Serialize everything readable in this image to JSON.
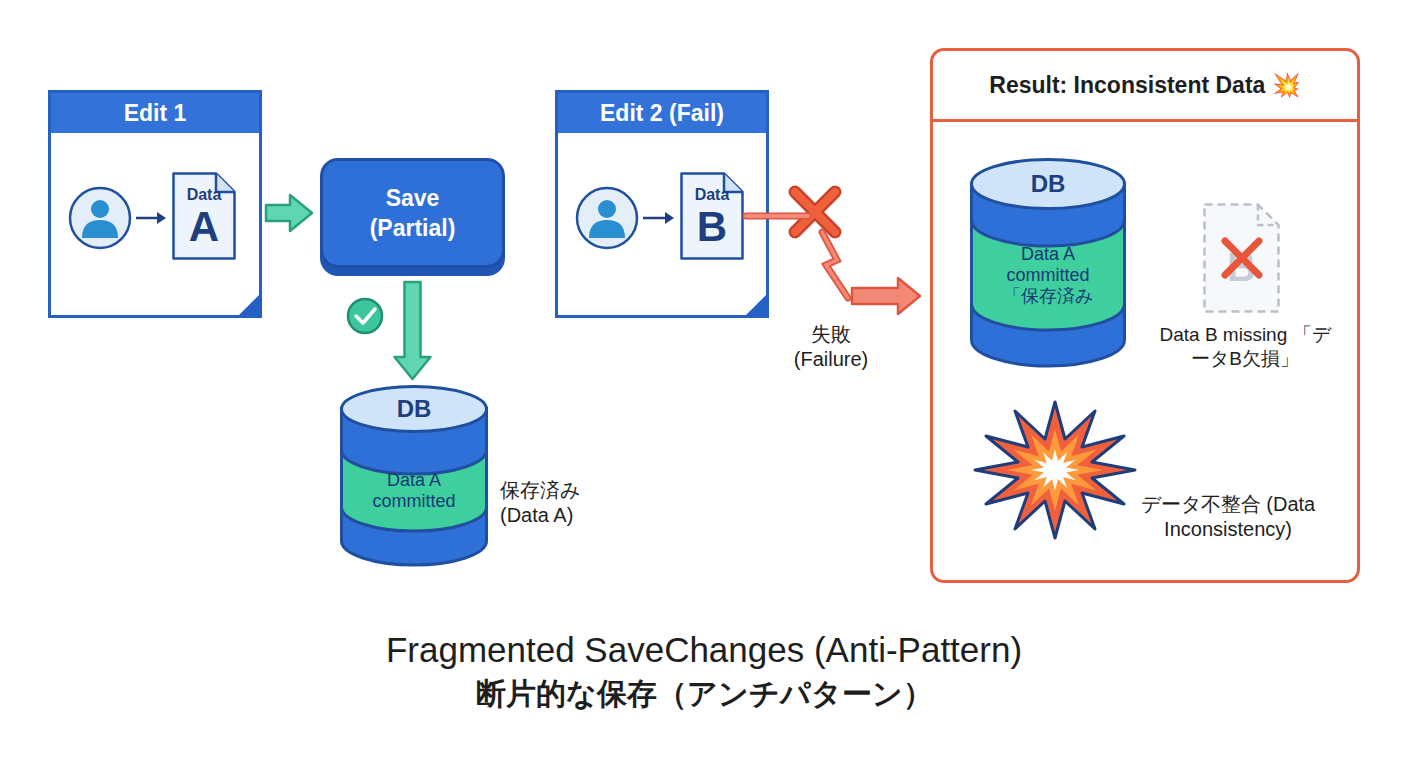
{
  "diagram": {
    "caption": "Fragmented SaveChanges (Anti-Pattern) 断片的な保存（アンチパターン）",
    "nodes": [
      {
        "text": [
          "Edit 1"
        ]
      },
      {
        "text": [
          "Data",
          "A"
        ],
        "in": 0
      },
      {
        "text": [
          "Save (Partial)"
        ]
      },
      {
        "text": [
          "DB",
          "Data A committed"
        ]
      },
      {
        "text": [
          "Edit 2 (Fail)"
        ]
      },
      {
        "text": [
          "Data",
          "B"
        ],
        "in": 4
      },
      {
        "text": [
          "Result: Inconsistent Data 💥"
        ]
      },
      {
        "text": [
          "DB",
          "Data A committed 「保存済み"
        ],
        "in": 6
      },
      {
        "text": [
          "B",
          "Data B missing 「データB欠損」"
        ],
        "in": 6
      }
    ],
    "edges": [
      {
        "from": 0,
        "to": 2,
        "arrow": "to"
      },
      {
        "from": 2,
        "to": 3,
        "arrow": "to"
      },
      {
        "from": 5,
        "to": 6,
        "label": "失敗 (Failure)",
        "arrow": "to"
      }
    ],
    "labels": [
      "保存済み (Data A)",
      "データ不整合 (Data Inconsistency)"
    ]
  }
}
